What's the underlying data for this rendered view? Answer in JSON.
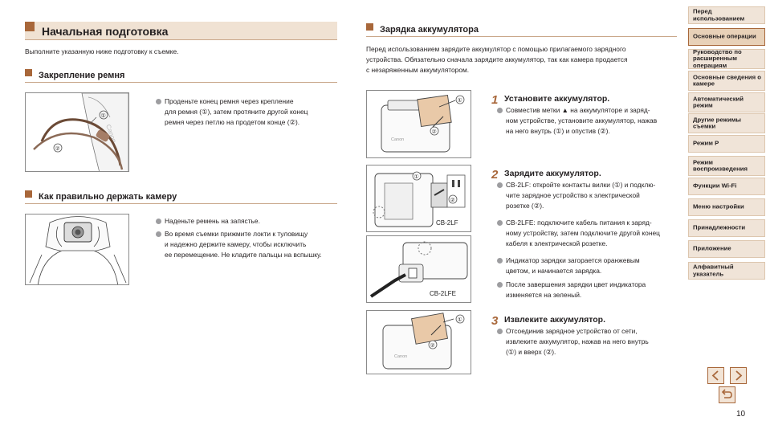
{
  "left": {
    "section_title": "Начальная подготовка",
    "intro": "Выполните указанную ниже подготовку к съемке.",
    "strap": {
      "title": "Закрепление ремня",
      "bullet": [
        "Проденьте конец ремня через крепление",
        "для ремня (①), затем протяните другой конец",
        "ремня через петлю на продетом конце (②)."
      ]
    },
    "holding": {
      "title": "Как правильно держать камеру",
      "bullets": [
        [
          "Наденьте ремень на запястье."
        ],
        [
          "Во время съемки прижмите локти к туловищу",
          "и надежно держите камеру, чтобы исключить",
          "ее перемещение. Не кладите пальцы на вспышку."
        ]
      ]
    }
  },
  "right": {
    "title": "Зарядка аккумулятора",
    "intro": [
      "Перед использованием зарядите аккумулятор с помощью прилагаемого зарядного",
      "устройства. Обязательно сначала зарядите аккумулятор, так как камера продается",
      "с незаряженным аккумулятором."
    ],
    "steps": [
      {
        "num": "1",
        "title": "Установите аккумулятор.",
        "bullets": [
          [
            "Совместив метки ▲ на аккумуляторе и заряд-",
            "ном устройстве, установите аккумулятор, нажав",
            "на него внутрь (①) и опустив (②)."
          ]
        ]
      },
      {
        "num": "2",
        "title": "Зарядите аккумулятор.",
        "bullets": [
          [
            "CB-2LF: откройте контакты вилки (①) и подклю-",
            "чите зарядное устройство к электрической",
            "розетке (②)."
          ],
          [
            "CB-2LFE: подключите кабель питания к заряд-",
            "ному устройству, затем подключите другой конец",
            "кабеля к электрической розетке."
          ],
          [
            "Индикатор зарядки загорается оранжевым",
            "цветом, и начинается зарядка."
          ],
          [
            "После завершения зарядки цвет индикатора",
            "изменяется на зеленый."
          ]
        ]
      },
      {
        "num": "3",
        "title": "Извлеките аккумулятор.",
        "bullets": [
          [
            "Отсоединив зарядное устройство от сети,",
            "извлеките аккумулятор, нажав на него внутрь",
            "(①) и вверх (②)."
          ]
        ]
      }
    ],
    "figure_labels": {
      "cb2lf": "CB-2LF",
      "cb2lfe": "CB-2LFE",
      "brand": "Canon",
      "one": "①",
      "two": "②"
    }
  },
  "sidebar": {
    "items": [
      "Перед использованием",
      "Основные операции",
      "Руководство по расширенным операциям",
      "Основные сведения о камере",
      "Автоматический режим",
      "Другие режимы съемки",
      "Режим P",
      "Режим воспроизведения",
      "Функции Wi-Fi",
      "Меню настройки",
      "Принадлежности",
      "Приложение",
      "Алфавитный указатель"
    ],
    "active_index": 1
  },
  "page_number": "10",
  "colors": {
    "accent": "#a8673a",
    "heading_bg": "#f0e2d3",
    "nav_bg": "#f0e4d8",
    "bullet": "#9d9da0",
    "battery": "#e9c9a8"
  }
}
